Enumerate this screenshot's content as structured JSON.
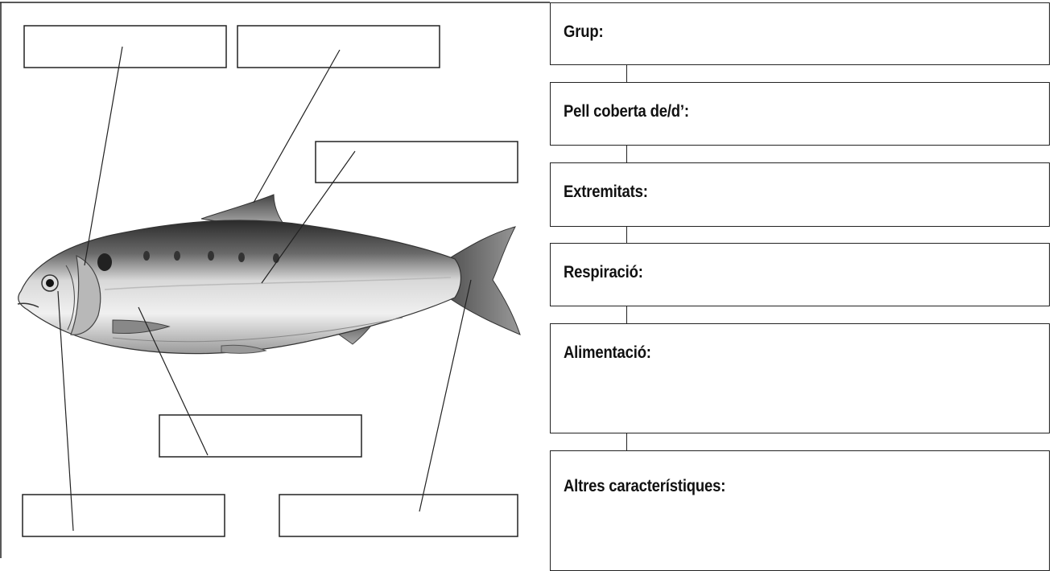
{
  "image": {
    "subject": "fish-illustration"
  },
  "label_blanks": [
    {
      "id": "top-left",
      "text": ""
    },
    {
      "id": "top-middle",
      "text": ""
    },
    {
      "id": "upper-right",
      "text": ""
    },
    {
      "id": "lower-middle",
      "text": ""
    },
    {
      "id": "bottom-left",
      "text": ""
    },
    {
      "id": "bottom-right",
      "text": ""
    }
  ],
  "fields": [
    {
      "label": "Grup:",
      "value": ""
    },
    {
      "label": "Pell coberta de/d’:",
      "value": ""
    },
    {
      "label": "Extremitats:",
      "value": ""
    },
    {
      "label": "Respiració:",
      "value": ""
    },
    {
      "label": "Alimentació:",
      "value": ""
    },
    {
      "label": "Altres característiques:",
      "value": ""
    }
  ]
}
